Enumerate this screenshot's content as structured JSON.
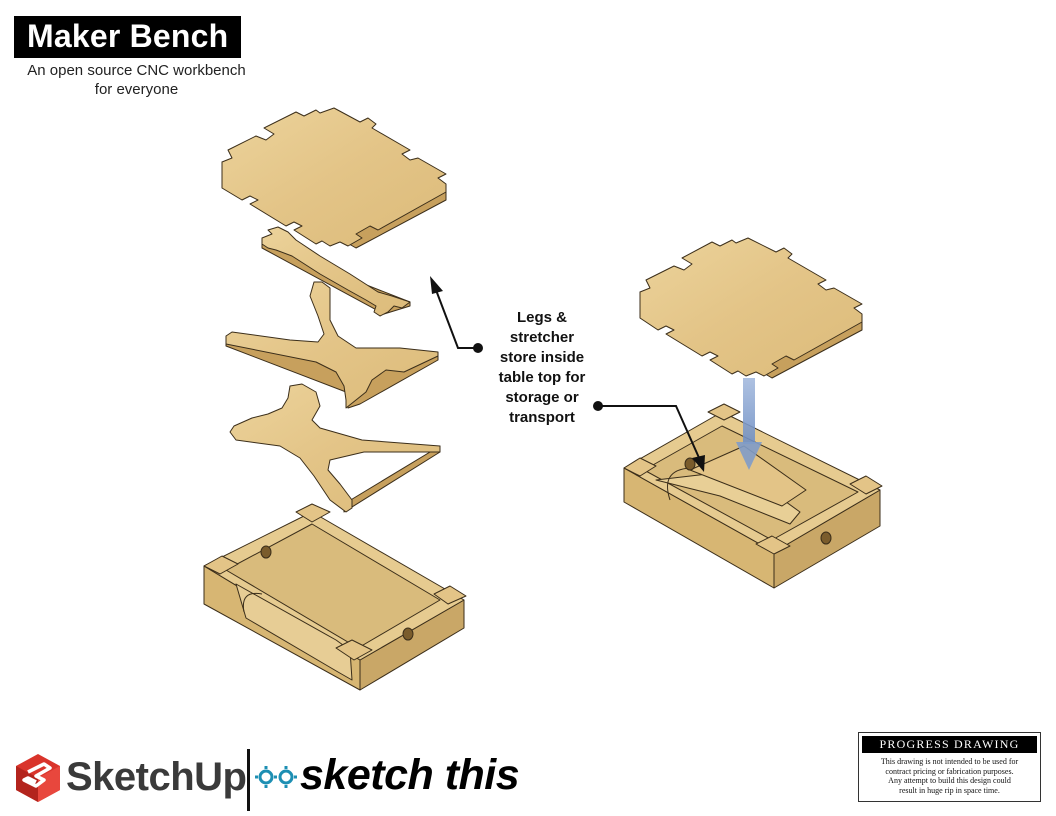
{
  "title": "Maker Bench",
  "subtitle_line1": "An open source CNC workbench",
  "subtitle_line2": "for everyone",
  "callout": {
    "lines": [
      "Legs &",
      "stretcher",
      "store inside",
      "table top for",
      "storage or",
      "transport"
    ]
  },
  "logos": {
    "sketchup": "SketchUp",
    "sketchthis": "sketch this",
    "sketchup_icon": "sketchup-logo-icon",
    "sketchthis_icon": "gears-icon"
  },
  "progress": {
    "heading": "PROGRESS DRAWING",
    "body_lines": [
      "This drawing is not intended to be used for",
      "contract pricing or fabrication purposes.",
      "Any attempt to build this design could",
      "result in huge rip in space time."
    ]
  },
  "colors": {
    "plywood_face": "#e6c98c",
    "plywood_edge": "#c7a05d",
    "plywood_side": "#d7b673",
    "outline": "#3b2e1a",
    "arrow": "#111111",
    "insert_arrow": "#7f9cc9",
    "sketchup_red": "#d9342b",
    "sketchthis_teal": "#1d8fb3"
  }
}
